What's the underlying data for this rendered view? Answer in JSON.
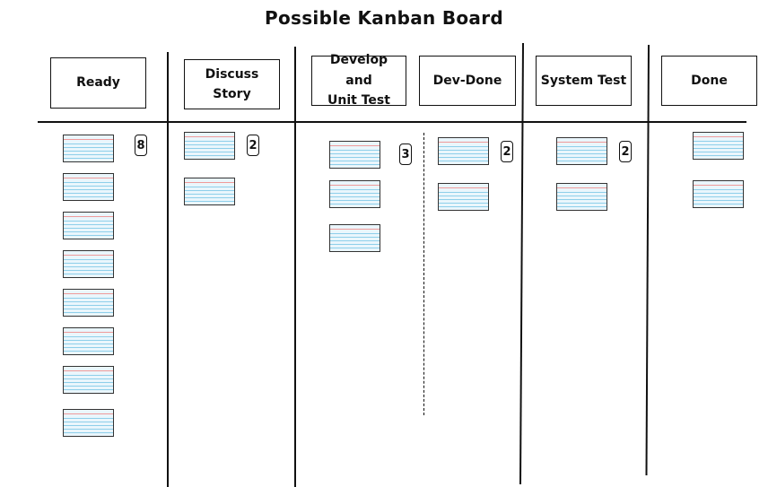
{
  "board": {
    "title": "Possible Kanban Board"
  },
  "columns": [
    {
      "label": "Ready",
      "wip_limit": "8",
      "cards": 8
    },
    {
      "label": "Discuss\nStory",
      "wip_limit": "2",
      "cards": 2
    },
    {
      "label": "Develop and\nUnit Test",
      "wip_limit": "3",
      "cards": 3
    },
    {
      "label": "Dev-Done",
      "wip_limit": "2",
      "cards": 2
    },
    {
      "label": "System Test",
      "wip_limit": "2",
      "cards": 2
    },
    {
      "label": "Done",
      "wip_limit": "",
      "cards": 2
    }
  ],
  "colors": {
    "card_fill": "#eaf6fc",
    "card_rule_blue": "#8ecfea",
    "card_rule_red": "#ef9a9a",
    "ink": "#111111"
  }
}
